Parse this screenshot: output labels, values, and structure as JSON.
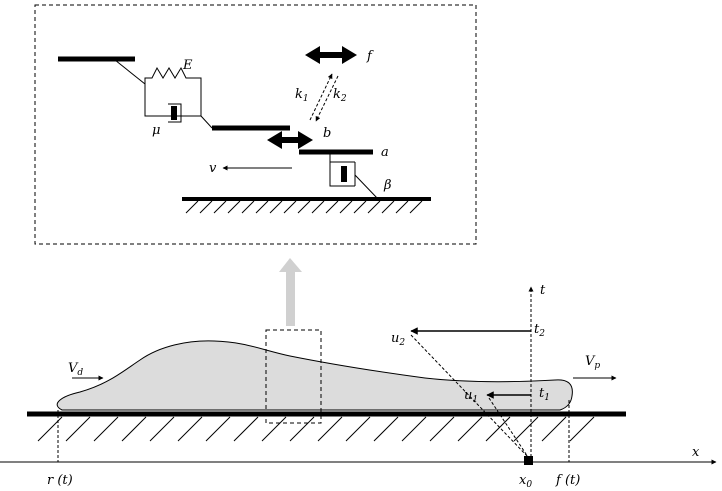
{
  "labels": {
    "E": "E",
    "mu": "μ",
    "f": "f",
    "k1": "k",
    "k1_sub": "1",
    "k2": "k",
    "k2_sub": "2",
    "b": "b",
    "a": "a",
    "v": "v",
    "beta": "β",
    "t_axis": "t",
    "x_axis": "x",
    "u2": "u",
    "u2_sub": "2",
    "t2": "t",
    "t2_sub": "2",
    "u1": "u",
    "u1_sub": "1",
    "t1": "t",
    "t1_sub": "1",
    "Vd": "V",
    "Vd_sub": "d",
    "Vp": "V",
    "Vp_sub": "p",
    "rt": "r (t)",
    "x0": "x",
    "x0_sub": "0",
    "ft": "f (t)"
  },
  "colors": {
    "ink": "#000000",
    "cell_fill": "#dcdcdc",
    "arrow_grey": "#d0d0d0"
  }
}
